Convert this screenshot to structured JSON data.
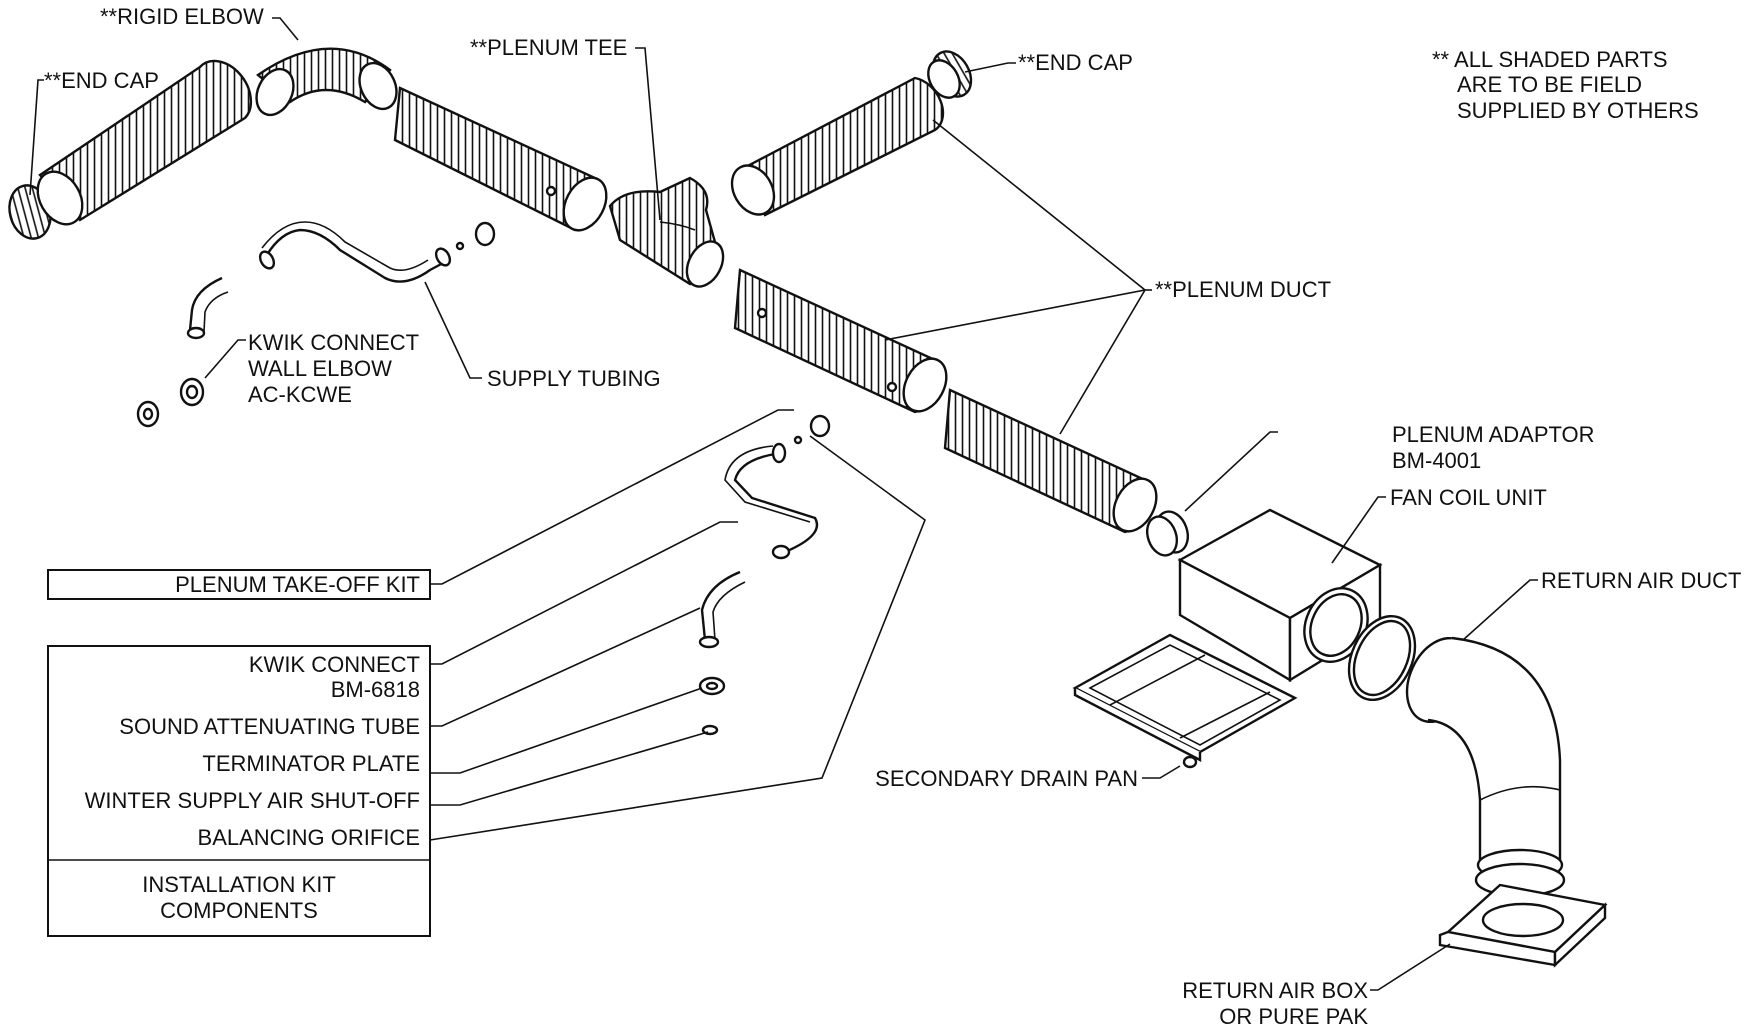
{
  "note": {
    "line1": "** ALL SHADED PARTS",
    "line2": "ARE TO BE FIELD",
    "line3": "SUPPLIED BY OTHERS"
  },
  "callouts": {
    "rigid_elbow": "**RIGID ELBOW",
    "end_cap_left": "**END CAP",
    "plenum_tee": "**PLENUM TEE",
    "end_cap_right": "**END CAP",
    "plenum_duct": "**PLENUM DUCT",
    "kwik_connect_wall_elbow": [
      "KWIK CONNECT",
      "WALL ELBOW",
      "AC-KCWE"
    ],
    "supply_tubing": "SUPPLY TUBING",
    "plenum_adaptor": [
      "PLENUM ADAPTOR",
      "BM-4001"
    ],
    "fan_coil_unit": "FAN COIL UNIT",
    "return_air_duct": "RETURN AIR DUCT",
    "secondary_drain_pan": "SECONDARY DRAIN PAN",
    "return_air_box": [
      "RETURN AIR BOX",
      "OR PURE PAK"
    ]
  },
  "kit": {
    "take_off": "PLENUM TAKE-OFF KIT",
    "kwik_connect": [
      "KWIK CONNECT",
      "BM-6818"
    ],
    "sound_tube": "SOUND ATTENUATING TUBE",
    "terminator": "TERMINATOR PLATE",
    "winter_shutoff": "WINTER SUPPLY AIR SHUT-OFF",
    "balancing": "BALANCING ORIFICE",
    "caption": [
      "INSTALLATION KIT",
      "COMPONENTS"
    ]
  }
}
